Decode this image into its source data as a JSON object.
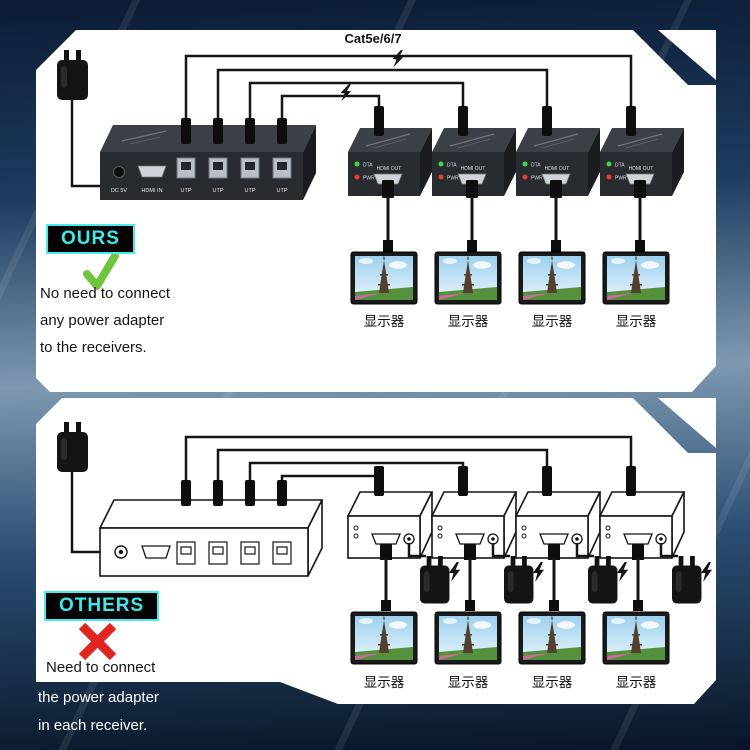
{
  "top_panel": {
    "cable_label": "Cat5e/6/7",
    "badge": "OURS",
    "description": [
      "No need to connect",
      "any power adapter",
      "to the receivers."
    ],
    "monitor_label": "显示器",
    "splitter_ports": {
      "dc": "DC 5V",
      "hdmi_in": "HDMI IN",
      "utp": "UTP"
    },
    "receiver_labels": {
      "data_led": "DTA",
      "power_led": "PWR",
      "hdmi_out": "HDMI OUT"
    }
  },
  "bottom_panel": {
    "badge": "OTHERS",
    "description": [
      "Need to connect",
      "the power adapter",
      "in each receiver."
    ],
    "monitor_label": "显示器"
  },
  "colors": {
    "badge_text": "#3ee9e9",
    "check_green": "#6fc53c",
    "cross_red": "#e22520",
    "panel": "#ffffff",
    "wire": "#141414"
  }
}
